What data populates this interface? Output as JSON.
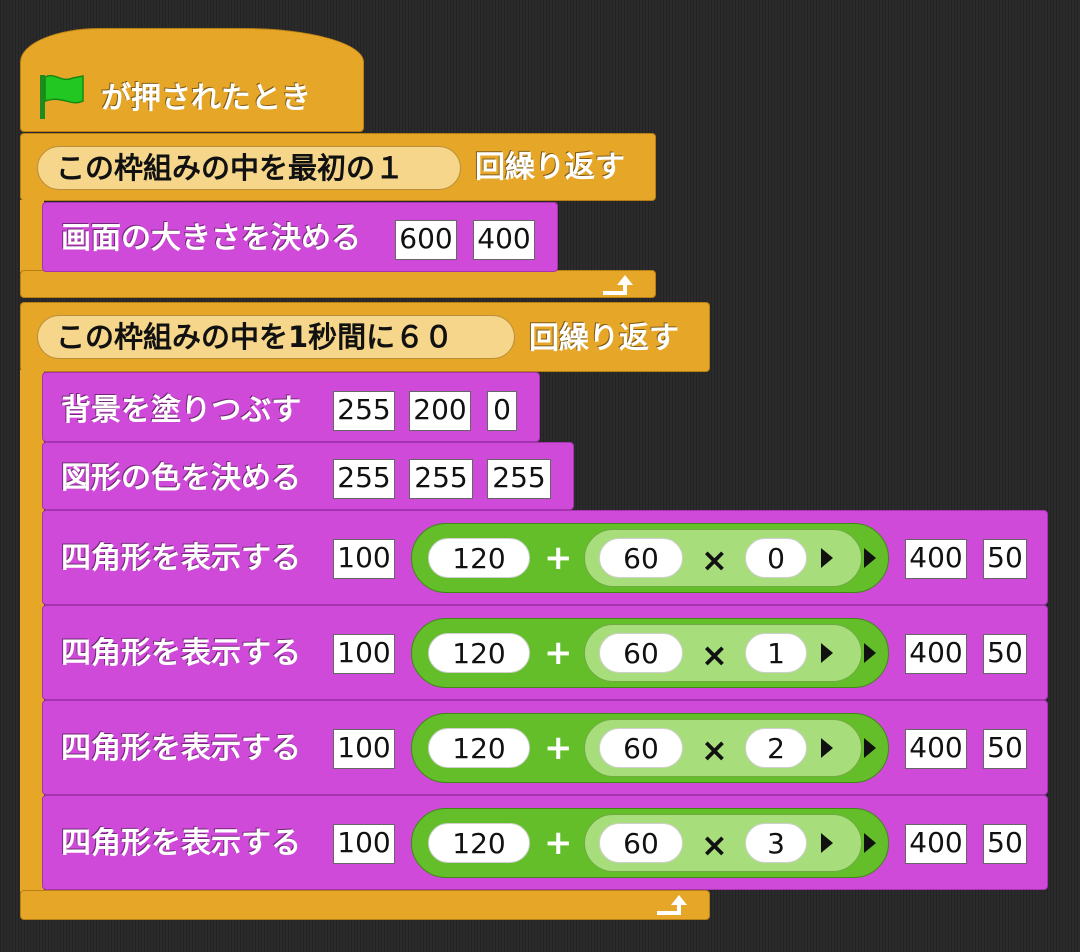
{
  "hat": {
    "flag_icon": "green-flag-icon",
    "label": "が押されたとき"
  },
  "loop1": {
    "count_label": "この枠組みの中を最初の１",
    "suffix": "回繰り返す",
    "repeat_icon": "loop-arrow-icon"
  },
  "size_block": {
    "label": "画面の大きさを決める",
    "width": "600",
    "height": "400"
  },
  "loop2": {
    "count_label": "この枠組みの中を1秒間に６０",
    "suffix": "回繰り返す",
    "repeat_icon": "loop-arrow-icon"
  },
  "background_block": {
    "label": "背景を塗りつぶす",
    "r": "255",
    "g": "200",
    "b": "0"
  },
  "fill_block": {
    "label": "図形の色を決める",
    "r": "255",
    "g": "255",
    "b": "255"
  },
  "rect_blocks": [
    {
      "label": "四角形を表示する",
      "x": "100",
      "base": "120",
      "plus": "+",
      "step": "60",
      "times": "×",
      "index": "0",
      "w": "400",
      "h": "50"
    },
    {
      "label": "四角形を表示する",
      "x": "100",
      "base": "120",
      "plus": "+",
      "step": "60",
      "times": "×",
      "index": "1",
      "w": "400",
      "h": "50"
    },
    {
      "label": "四角形を表示する",
      "x": "100",
      "base": "120",
      "plus": "+",
      "step": "60",
      "times": "×",
      "index": "2",
      "w": "400",
      "h": "50"
    },
    {
      "label": "四角形を表示する",
      "x": "100",
      "base": "120",
      "plus": "+",
      "step": "60",
      "times": "×",
      "index": "3",
      "w": "400",
      "h": "50"
    }
  ],
  "colors": {
    "control": "#e6a628",
    "pen": "#cf4ad9",
    "operator": "#63be2a",
    "operator_inner": "#a7dd7a"
  }
}
